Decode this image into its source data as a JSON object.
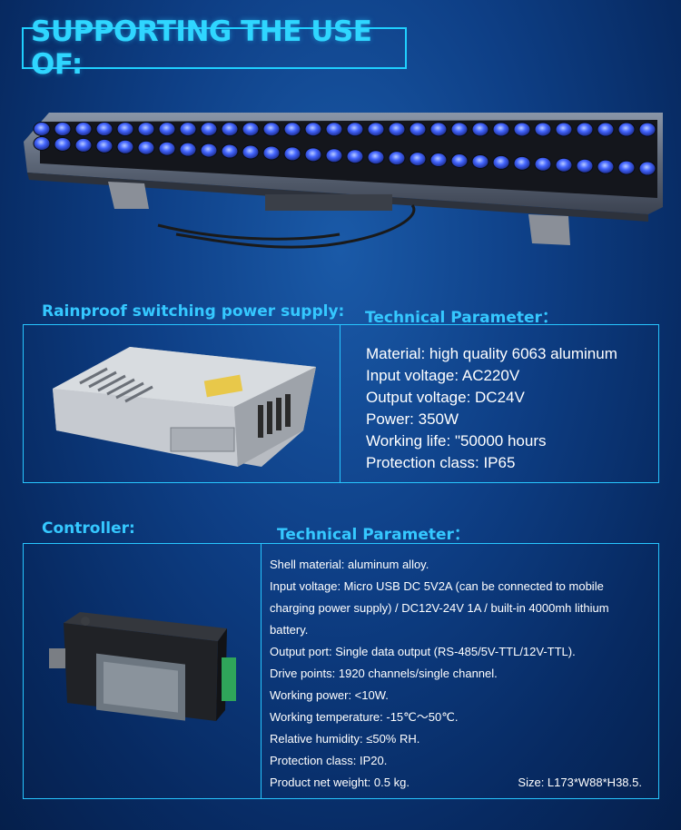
{
  "header": {
    "title": "SUPPORTING THE USE OF:"
  },
  "power_supply": {
    "label": "Rainproof switching power supply:",
    "params_label": "Technical Parameter：",
    "params": [
      "Material: high quality 6063 aluminum",
      "Input voltage: AC220V",
      "Output voltage: DC24V",
      "Power: 350W",
      "Working life: \"50000 hours",
      "Protection class: IP65"
    ]
  },
  "controller": {
    "label": "Controller:",
    "params_label": "Technical Parameter：",
    "params": [
      "Shell material: aluminum alloy.",
      "Input voltage: Micro USB DC 5V2A (can be connected to mobile",
      "charging power supply) / DC12V-24V 1A / built-in 4000mh lithium",
      "battery.",
      "Output port: Single data output (RS-485/5V-TTL/12V-TTL).",
      "Drive points: 1920 channels/single channel.",
      "Working power: <10W.",
      "Working temperature: -15℃～50℃.",
      "Relative humidity: ≤50% RH.",
      "Protection class: IP20."
    ],
    "weight": "Product net weight: 0.5 kg.",
    "size": "Size: L173*W88*H38.5."
  },
  "colors": {
    "accent": "#27c6ff",
    "background": "#0e3f86",
    "led": "#3a6bff"
  },
  "icons": {
    "light_bar": "led-wall-washer-icon",
    "psu": "power-supply-icon",
    "controller": "controller-icon"
  }
}
